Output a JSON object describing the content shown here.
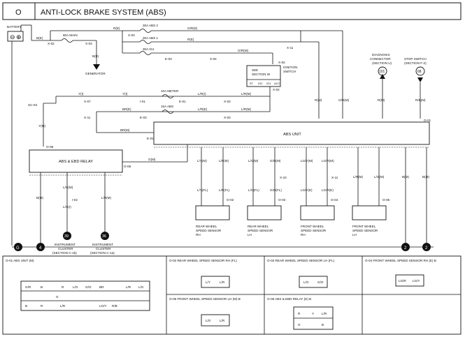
{
  "header": {
    "section_letter": "O",
    "title": "ANTI-LOCK BRAKE SYSTEM (ABS)"
  },
  "components": {
    "battery": "BATTERY",
    "generator": "GENERATOR",
    "see_section": "SEE",
    "see_section_b": "SECTION W",
    "ignition_a": "IGNITION",
    "ignition_b": "SWITCH",
    "ign_terms": [
      "ST",
      "IG2",
      "IG1",
      "ACC"
    ],
    "diag_a": "DIAGNOSIS",
    "diag_b": "CONNECTOR",
    "diag_c": "(SECTION U)",
    "diag_num": "101",
    "stop_a": "STOP SWITCH",
    "stop_b": "(SECTION F-2)",
    "stop_num": "68",
    "abs_unit": "ABS UNIT",
    "relay": "ABS & EBD RELAY",
    "cluster_a_num": "39",
    "cluster_b_num": "36",
    "cluster_a": [
      "INSTRUMENT",
      "CLUSTER",
      "(SECTION C-1b)"
    ],
    "cluster_b": [
      "INSTRUMENT",
      "CLUSTER",
      "(SECTION C-1a)"
    ],
    "sensors": [
      [
        "REAR WHEEL",
        "SPEED SENSOR",
        "RH"
      ],
      [
        "REAR WHEEL",
        "SPEED SENSOR",
        "LH"
      ],
      [
        "FRONT WHEEL",
        "SPEED SENSOR",
        "RH"
      ],
      [
        "FRONT WHEEL",
        "SPEED SENSOR",
        "LH"
      ]
    ],
    "grounds": {
      "g1": "G",
      "g2": "4",
      "g3": "2",
      "g4": "2"
    }
  },
  "fuses": {
    "main": "80A MAIN",
    "abs2": "30A ABS 2",
    "abs1": "30A ABS 1",
    "ig1": "30A IG1",
    "meter": "10A METER",
    "abs15": "15A ABS"
  },
  "wires": {
    "top_a": "R(E)",
    "top_b": "G/R(E)",
    "top_c": "R(E)",
    "top_d": "G/R(M)",
    "bat": "B(E)",
    "gen": "B(E)",
    "meter_a": "Y(I)",
    "meter_b": "L/R(I)",
    "meter_c": "L/R(M)",
    "abs_a": "BR(E)",
    "abs_b": "L/R(E)",
    "abs_c": "L/R(M)",
    "sc_y": "Y(M)",
    "sc_y2": "Y(M)",
    "br": "BR(M)",
    "abs_r": "R(M)",
    "abs_gr": "G/R(M)",
    "diag_w": "R(M)",
    "stop_w": "R/B(M)",
    "relay_gm": "G(M)",
    "rr1": "L/Y(M)",
    "rr2": "L/R(M)",
    "rl1": "L/O(M)",
    "rl2": "G/O(M)",
    "fr1": "LG/Y(M)",
    "fr2": "LG/R(M)",
    "fl1": "L/R(M)",
    "fl2": "L/G(M)",
    "rr1b": "L/Y(FL)",
    "rr2b": "L/R(FL)",
    "rl1b": "L/O(FL)",
    "rl2b": "G/O(FL)",
    "fr1b": "LG/Y(E)",
    "fr2b": "LG/R(E)",
    "b1": "B(M)",
    "b2": "B(M)",
    "lgm": "L/G(M)",
    "lgi": "L/G(I)",
    "lrm": "L/R(M)",
    "brm": "B(M)"
  },
  "connectors": {
    "x02": "X-02",
    "x03": "X-03",
    "x04": "X-04",
    "x07": "X-07",
    "x09": "X-09",
    "x11": "X-11",
    "x10": "X-10",
    "e02": "E-02",
    "e03": "E-03",
    "e01": "E-01",
    "e04": "E-04",
    "i01": "I-01",
    "i02": "I-02",
    "sc03": "SC-03",
    "o01": "O-01",
    "o02": "O-02",
    "o03": "O-03",
    "o04": "O-04",
    "o05": "O-05",
    "o06": "O-06"
  },
  "panels": {
    "p1": "O-01 ABS UNIT (M)",
    "p2": "O-02 REAR WHEEL SPEED SENSOR RH (FL)",
    "p3": "O-03 REAR WHEEL SPEED SENSOR LH (FL)",
    "p4": "O-04 FRONT WHEEL SPEED SENSOR RH (E) B",
    "p5": "O-05 FRONT WHEEL SPEED SENSOR LH (M) B",
    "p6": "O-06 ABS & EBD RELAY (E) B",
    "abs_pins_top": [
      "G/R",
      "B",
      "",
      "R",
      "L/O",
      "G/O",
      "BR",
      "",
      "L/R",
      "L/G"
    ],
    "abs_pins_mid": [
      "",
      "",
      "",
      "G",
      "",
      "",
      "",
      "",
      "",
      ""
    ],
    "abs_pins_bot": [
      "B",
      "R",
      "",
      "L/R",
      "",
      "LG/Y",
      "R/B",
      "",
      "",
      ""
    ],
    "s2": [
      "L/Y",
      "L/R"
    ],
    "s3": [
      "L/O",
      "G/O"
    ],
    "s4": [
      "LG/R",
      "LG/Y"
    ],
    "s5": [
      "L/G",
      "L/R"
    ],
    "relay_pins": [
      "R",
      "Y",
      "L/R",
      "G",
      "B"
    ]
  }
}
